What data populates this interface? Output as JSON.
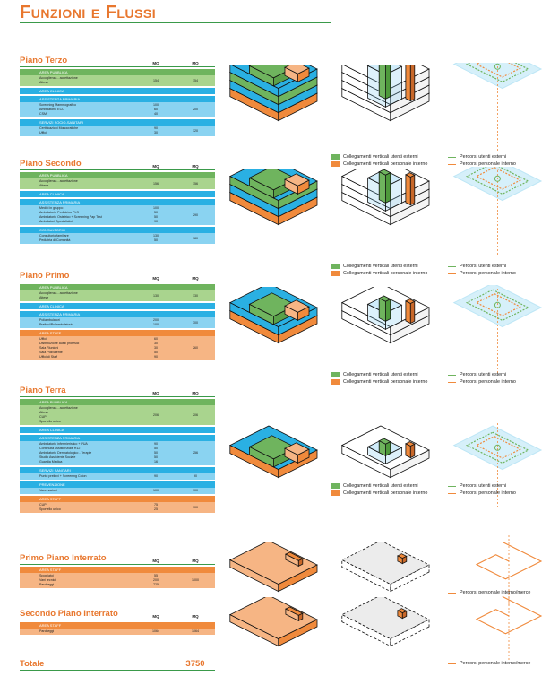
{
  "title": "Funzioni e Flussi",
  "mq_label": "MQ",
  "legend": {
    "ext_vertical": "Collegamenti verticali utenti esterni",
    "int_vertical": "Collegamenti verticali personale interno",
    "ext_paths": "Percorsi utenti esterni",
    "int_paths": "Percorsi personale interno",
    "int_goods": "Percorsi personale interno/merce"
  },
  "colors": {
    "green": "#6fb45e",
    "blue": "#2ab0e3",
    "orange": "#f08a3c",
    "accent": "#e8772e"
  },
  "floors": [
    {
      "name": "Piano Terzo",
      "groups": [
        {
          "color": "green",
          "label": "AREA PUBBLICA",
          "items": [
            "Accoglienza - accettazione",
            "Attese"
          ],
          "mq": [
            "154"
          ],
          "total": "154"
        },
        {
          "color": "blue",
          "label": "AREA CLINICA",
          "items": []
        },
        {
          "color": "blue",
          "label": "ASSISTENZA PRIMARIA",
          "items": [
            "Screening Mammografico",
            "Ambulatorio ECO",
            "CSM"
          ],
          "mq": [
            "100",
            "60",
            "40"
          ],
          "total": "200"
        },
        {
          "color": "blue",
          "label": "SERVIZI SOCIO-SANITARI",
          "items": [
            "Certificazioni Monocratiche",
            "Uffici"
          ],
          "mq": [
            "90",
            "30"
          ],
          "total": "120"
        }
      ]
    },
    {
      "name": "Piano Secondo",
      "groups": [
        {
          "color": "green",
          "label": "AREA PUBBLICA",
          "items": [
            "Accoglienza - accettazione",
            "Attese"
          ],
          "mq": [
            "156"
          ],
          "total": "156"
        },
        {
          "color": "blue",
          "label": "AREA CLINICA",
          "items": []
        },
        {
          "color": "blue",
          "label": "ASSISTENZA PRIMARIA",
          "items": [
            "Medici in gruppo",
            "Ambulatorio Pediatrico PLS",
            "Ambulatorio Ostetrico + Screening Pap Test",
            "Ambulatori Specialistici"
          ],
          "mq": [
            "100",
            "50",
            "50",
            "90"
          ],
          "total": "290"
        },
        {
          "color": "blue",
          "label": "CONSULTORIO",
          "items": [
            "Consultorio familiare",
            "Pediatria di Comunità"
          ],
          "mq": [
            "130",
            "50"
          ],
          "total": "180"
        }
      ]
    },
    {
      "name": "Piano Primo",
      "groups": [
        {
          "color": "green",
          "label": "AREA PUBBLICA",
          "items": [
            "Accoglienza - accettazione",
            "Attese"
          ],
          "mq": [
            "130"
          ],
          "total": "130"
        },
        {
          "color": "blue",
          "label": "AREA CLINICA",
          "items": []
        },
        {
          "color": "blue",
          "label": "ASSISTENZA PRIMARIA",
          "items": [
            "Poliambulatori",
            "Prelievi/Puliambulatorio"
          ],
          "mq": [
            "200",
            "100"
          ],
          "total": "300"
        },
        {
          "color": "orange",
          "label": "AREA STAFF",
          "items": [
            "Uffici",
            "Distribuzione ausili protesici",
            "Sala Riunioni",
            "Sala Polivalente",
            "Uffici di Staff"
          ],
          "mq": [
            "60",
            "30",
            "30",
            "50",
            "90"
          ],
          "total": "260"
        }
      ]
    },
    {
      "name": "Piano Terra",
      "groups": [
        {
          "color": "green",
          "label": "AREA PUBBLICA",
          "items": [
            "Accoglienza - accettazione",
            "Attese",
            "CUP",
            "Sportello unico"
          ],
          "mq": [
            "206"
          ],
          "total": "206"
        },
        {
          "color": "blue",
          "label": "AREA CLINICA",
          "items": []
        },
        {
          "color": "blue",
          "label": "ASSISTENZA PRIMARIA",
          "items": [
            "Ambulatorio infermieristico + PUA",
            "Continuità assistenziale H12",
            "Ambulatorio Dermatologico - Terapie",
            "Studio Assistente Sociale",
            "Guardia Medica"
          ],
          "mq": [
            "90",
            "50",
            "50",
            "50",
            "16"
          ],
          "total": "256"
        },
        {
          "color": "blue",
          "label": "SERVIZI SANITARI",
          "items": [
            "Punto prelievi + Screening Colon"
          ],
          "mq": [
            "90"
          ],
          "total": "90"
        },
        {
          "color": "blue",
          "label": "PREVENZIONE",
          "items": [
            "Vaccinazioni"
          ],
          "mq": [
            "100"
          ],
          "total": "100"
        },
        {
          "color": "orange",
          "label": "AREA STAFF",
          "items": [
            "CUP",
            "Sportello unico"
          ],
          "mq": [
            "75",
            "25"
          ],
          "total": "100"
        }
      ]
    },
    {
      "name": "Primo Piano Interrato",
      "groups": [
        {
          "color": "orange",
          "label": "AREA STAFF",
          "items": [
            "Spogliatoi",
            "Vani tecnici",
            "Parcheggi"
          ],
          "mq": [
            "55",
            "200",
            "725"
          ],
          "total": "1000"
        }
      ]
    },
    {
      "name": "Secondo Piano Interrato",
      "groups": [
        {
          "color": "orange",
          "label": "AREA STAFF",
          "items": [
            "Parcheggi"
          ],
          "mq": [
            "1064"
          ],
          "total": "1064"
        }
      ]
    }
  ],
  "total": {
    "label": "Totale",
    "value": "3750"
  }
}
